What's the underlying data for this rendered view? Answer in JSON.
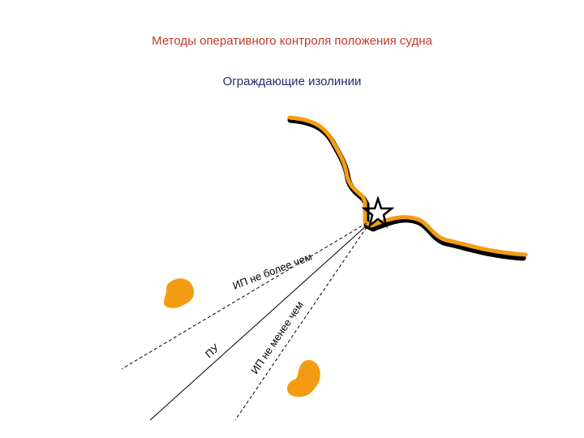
{
  "slide": {
    "title": "Методы оперативного контроля положения судна",
    "subtitle": "Ограждающие изолинии"
  },
  "labels": {
    "ip_not_more": "ИП не более чем",
    "ip_not_less": "ИП не менее чем",
    "pu": "ПУ"
  },
  "colors": {
    "title": "#c0392b",
    "subtitle": "#1f2d6b",
    "coast_fill": "#f39c12",
    "coast_edge": "#000000",
    "lines": "#000000"
  },
  "icons": {
    "landmark": "star-landmark-icon"
  }
}
